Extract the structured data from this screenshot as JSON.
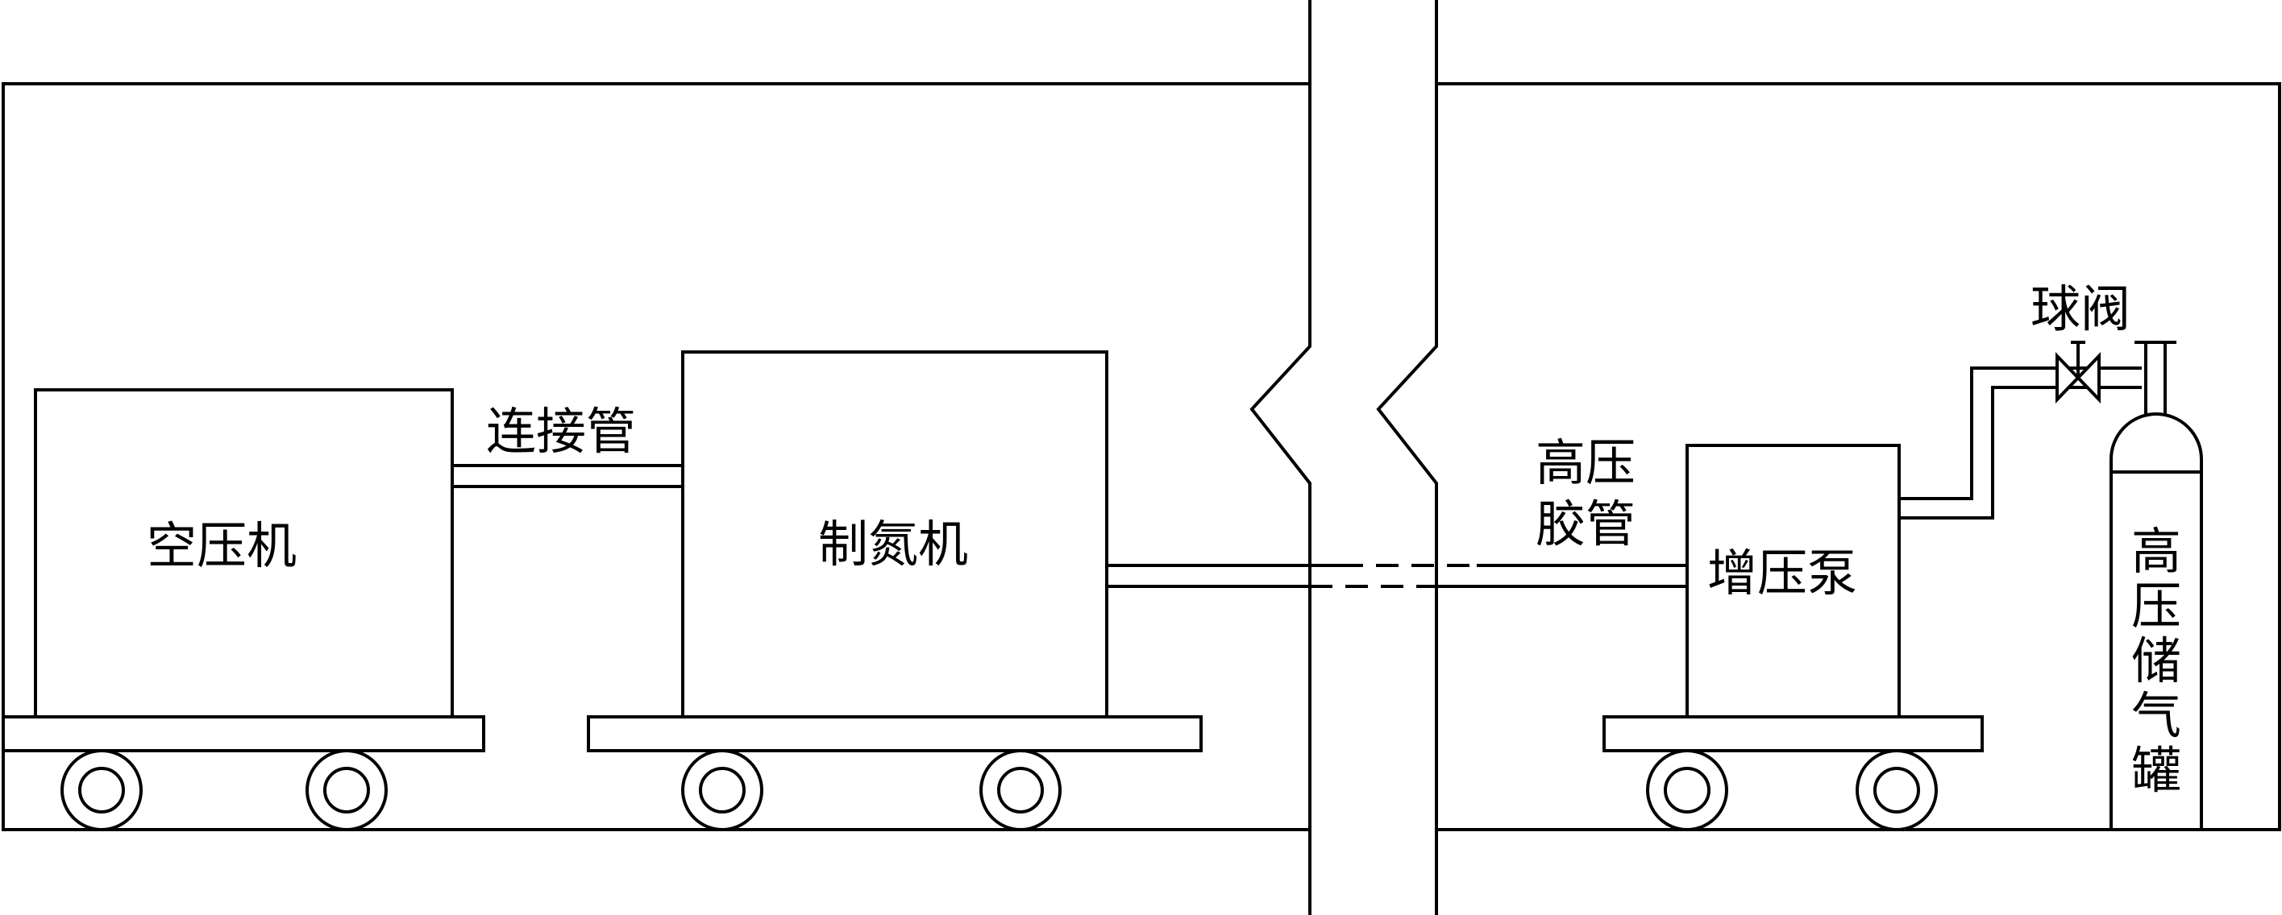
{
  "labels": {
    "air_compressor": "空压机",
    "connecting_pipe": "连接管",
    "nitrogen_generator": "制氮机",
    "hp_hose_line1": "高压",
    "hp_hose_line2": "胶管",
    "booster_pump": "增压泵",
    "ball_valve": "球阀",
    "tank_line1": "高",
    "tank_line2": "压",
    "tank_line3": "储",
    "tank_line4": "气",
    "tank_line5": "罐"
  },
  "colors": {
    "stroke": "#000000",
    "background": "#ffffff"
  }
}
